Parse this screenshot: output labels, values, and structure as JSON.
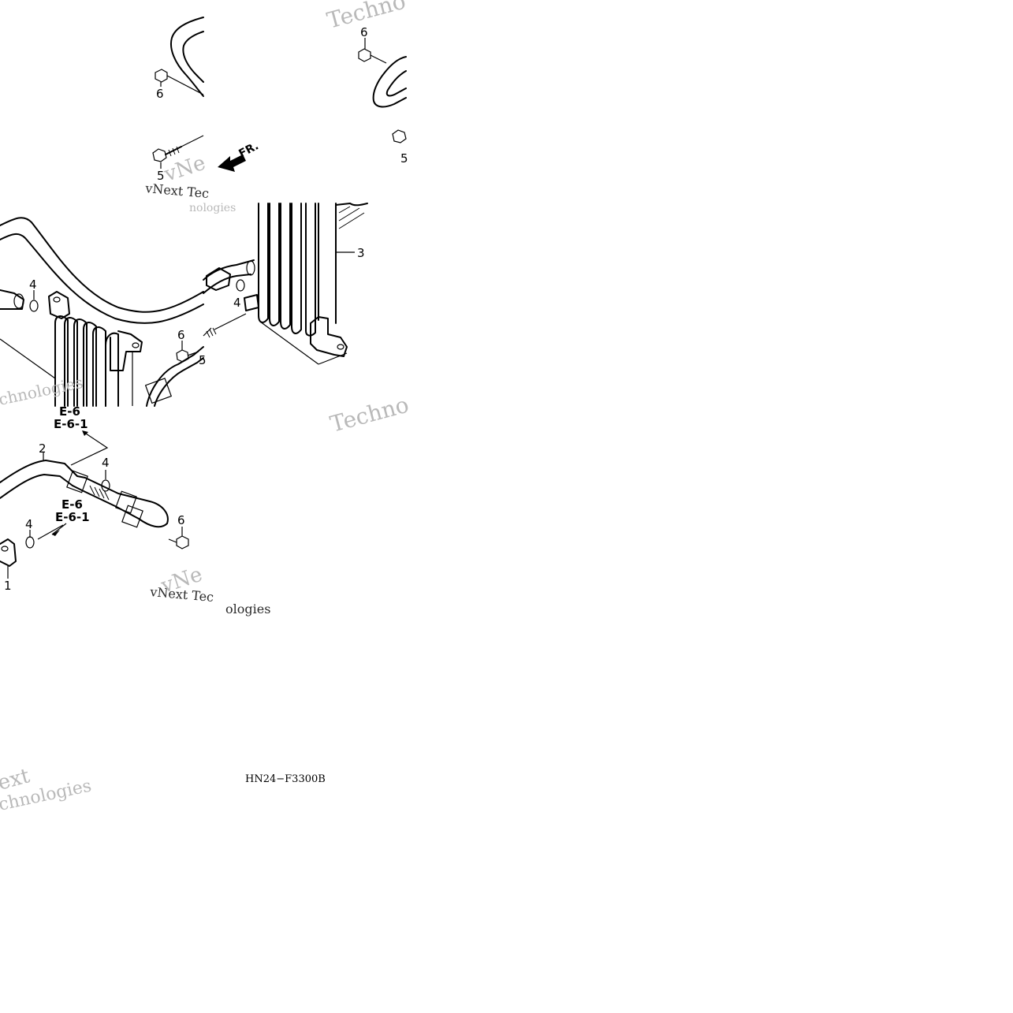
{
  "diagram": {
    "part_code": "HN24−F3300B",
    "front_indicator": "FR.",
    "callouts": {
      "c1": "1",
      "c2": "2",
      "c3": "3",
      "c4a": "4",
      "c4b": "4",
      "c4c": "4",
      "c4d": "4",
      "c5a": "5",
      "c5b": "5",
      "c5c": "5",
      "c6a": "6",
      "c6b": "6",
      "c6c": "6",
      "c6d": "6"
    },
    "refs": {
      "r1a": "E-6",
      "r1b": "E-6-1",
      "r2a": "E-6",
      "r2b": "E-6-1"
    },
    "watermarks": {
      "w1": "Techno",
      "w2": "vNext Tec",
      "w3": "nologies",
      "w4": "Techno",
      "w5": "vNext Tec",
      "w6": "ologies",
      "w7": "ext",
      "w8": "chnologies",
      "w9": "chnologies",
      "w10": "vNe",
      "w11": "vNe"
    }
  }
}
